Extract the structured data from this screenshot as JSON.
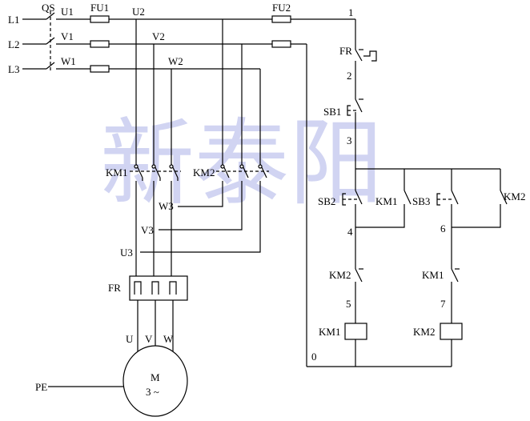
{
  "labels": {
    "L1": "L1",
    "L2": "L2",
    "L3": "L3",
    "QS": "QS",
    "U1": "U1",
    "V1": "V1",
    "W1": "W1",
    "FU1": "FU1",
    "FU2": "FU2",
    "U2": "U2",
    "V2": "V2",
    "W2": "W2",
    "U3": "U3",
    "V3": "V3",
    "W3": "W3",
    "KM1_main": "KM1",
    "KM2_main": "KM2",
    "FR_main": "FR",
    "U": "U",
    "V": "V",
    "W": "W",
    "M": "M",
    "M3": "3 ~",
    "PE": "PE",
    "n1": "1",
    "n2": "2",
    "n3": "3",
    "n4": "4",
    "n5": "5",
    "n6": "6",
    "n7": "7",
    "n0": "0",
    "FR_ctrl": "FR",
    "SB1": "SB1",
    "SB2": "SB2",
    "SB3": "SB3",
    "KM1_aux": "KM1",
    "KM2_aux": "KM2",
    "KM2_nc": "KM2",
    "KM1_nc": "KM1",
    "KM1_coil": "KM1",
    "KM2_coil": "KM2"
  },
  "watermark": "新泰阳"
}
